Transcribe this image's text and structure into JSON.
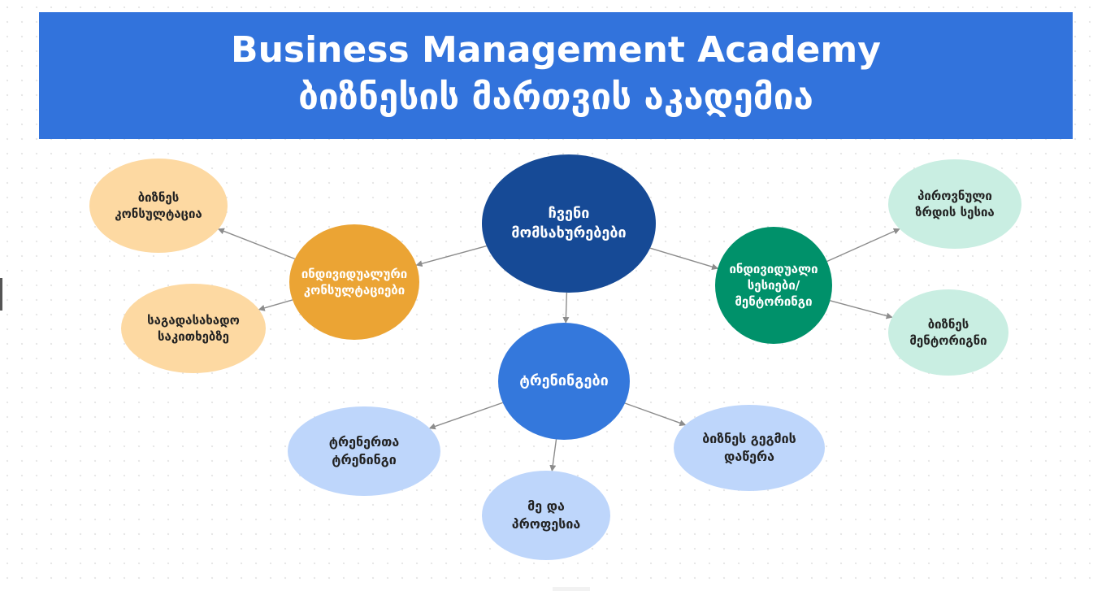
{
  "header": {
    "title_en": "Business Management Academy",
    "title_ka": "ბიზნესის მართვის აკადემია",
    "background": "#3273dc"
  },
  "diagram": {
    "nodes": [
      {
        "id": "services",
        "label": "ჩვენი\nმომსახურებები",
        "fill": "#164a96",
        "text_color": "#ffffff"
      },
      {
        "id": "individual-consultations",
        "label": "ინდივიდუალური\nკონსულტაციები",
        "fill": "#eba434",
        "text_color": "#ffffff"
      },
      {
        "id": "business-consultation",
        "label": "ბიზნეს\nკონსულტაცია",
        "fill": "#fdd9a2",
        "text_color": "#222222"
      },
      {
        "id": "tax-issues",
        "label": "საგადასახადო\nსაკითხებზე",
        "fill": "#fdd9a2",
        "text_color": "#222222"
      },
      {
        "id": "individual-sessions",
        "label": "ინდივიდუალი\nსესიები/\nმენტორინგი",
        "fill": "#00916a",
        "text_color": "#ffffff"
      },
      {
        "id": "personal-growth",
        "label": "პიროვნული\nზრდის სესია",
        "fill": "#c9eee2",
        "text_color": "#222222"
      },
      {
        "id": "business-mentoring",
        "label": "ბიზნეს\nმენტორიგნი",
        "fill": "#c9eee2",
        "text_color": "#222222"
      },
      {
        "id": "trainings",
        "label": "ტრენინგები",
        "fill": "#3478dc",
        "text_color": "#ffffff"
      },
      {
        "id": "trainers-training",
        "label": "ტრენერთა\nტრენინგი",
        "fill": "#bed6fb",
        "text_color": "#222222"
      },
      {
        "id": "me-and-profession",
        "label": "მე და\nპროფესია",
        "fill": "#bed6fb",
        "text_color": "#222222"
      },
      {
        "id": "business-plan",
        "label": "ბიზნეს გეგმის\nდაწერა",
        "fill": "#bed6fb",
        "text_color": "#222222"
      }
    ],
    "edges": [
      {
        "from": "services",
        "to": "individual-consultations"
      },
      {
        "from": "services",
        "to": "individual-sessions"
      },
      {
        "from": "services",
        "to": "trainings"
      },
      {
        "from": "individual-consultations",
        "to": "business-consultation"
      },
      {
        "from": "individual-consultations",
        "to": "tax-issues"
      },
      {
        "from": "individual-sessions",
        "to": "personal-growth"
      },
      {
        "from": "individual-sessions",
        "to": "business-mentoring"
      },
      {
        "from": "trainings",
        "to": "trainers-training"
      },
      {
        "from": "trainings",
        "to": "me-and-profession"
      },
      {
        "from": "trainings",
        "to": "business-plan"
      }
    ],
    "edge_color": "#8c8c8c"
  }
}
